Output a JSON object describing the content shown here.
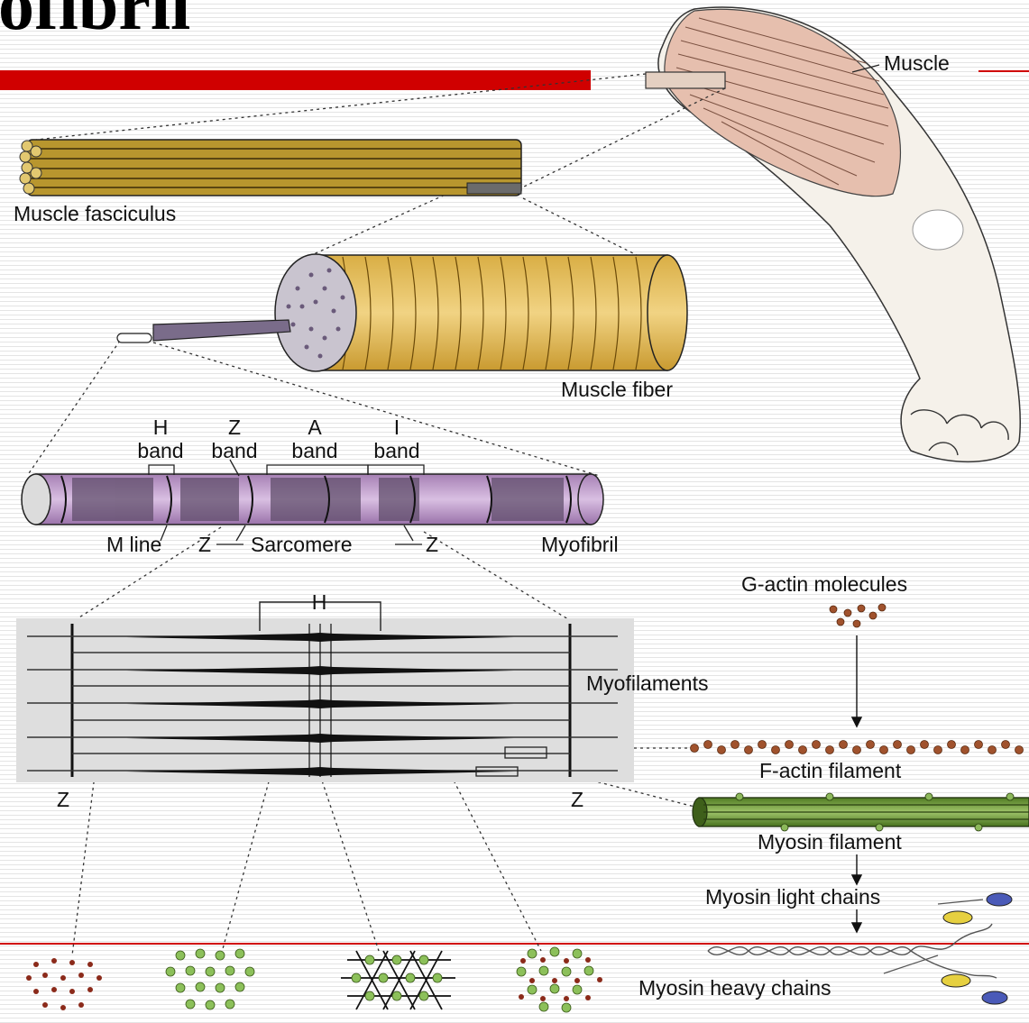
{
  "slide": {
    "title": "ofibril"
  },
  "labels": {
    "muscle": "Muscle",
    "fasciculus": "Muscle fasciculus",
    "fiber": "Muscle fiber",
    "h_band_letter": "H",
    "z_band_letter": "Z",
    "a_band_letter": "A",
    "i_band_letter": "I",
    "band_word": "band",
    "m_line": "M line",
    "z_left": "Z",
    "sarcomere": "Sarcomere",
    "z_right": "Z",
    "myofibril": "Myofibril",
    "h_zone": "H",
    "myofilaments": "Myofilaments",
    "z_bottom_left": "Z",
    "z_bottom_right": "Z",
    "g_actin": "G-actin molecules",
    "f_actin": "F-actin filament",
    "myosin_filament": "Myosin filament",
    "myosin_light": "Myosin light chains",
    "myosin_heavy": "Myosin heavy chains"
  },
  "colors": {
    "title_rule": "#d00000",
    "fasciculus": "#b8962e",
    "fiber": "#e8c566",
    "myofibril": "#c8a4d4",
    "actin": "#a0522d",
    "myosin": "#6f9a3a",
    "skin": "#e8c8b8"
  }
}
